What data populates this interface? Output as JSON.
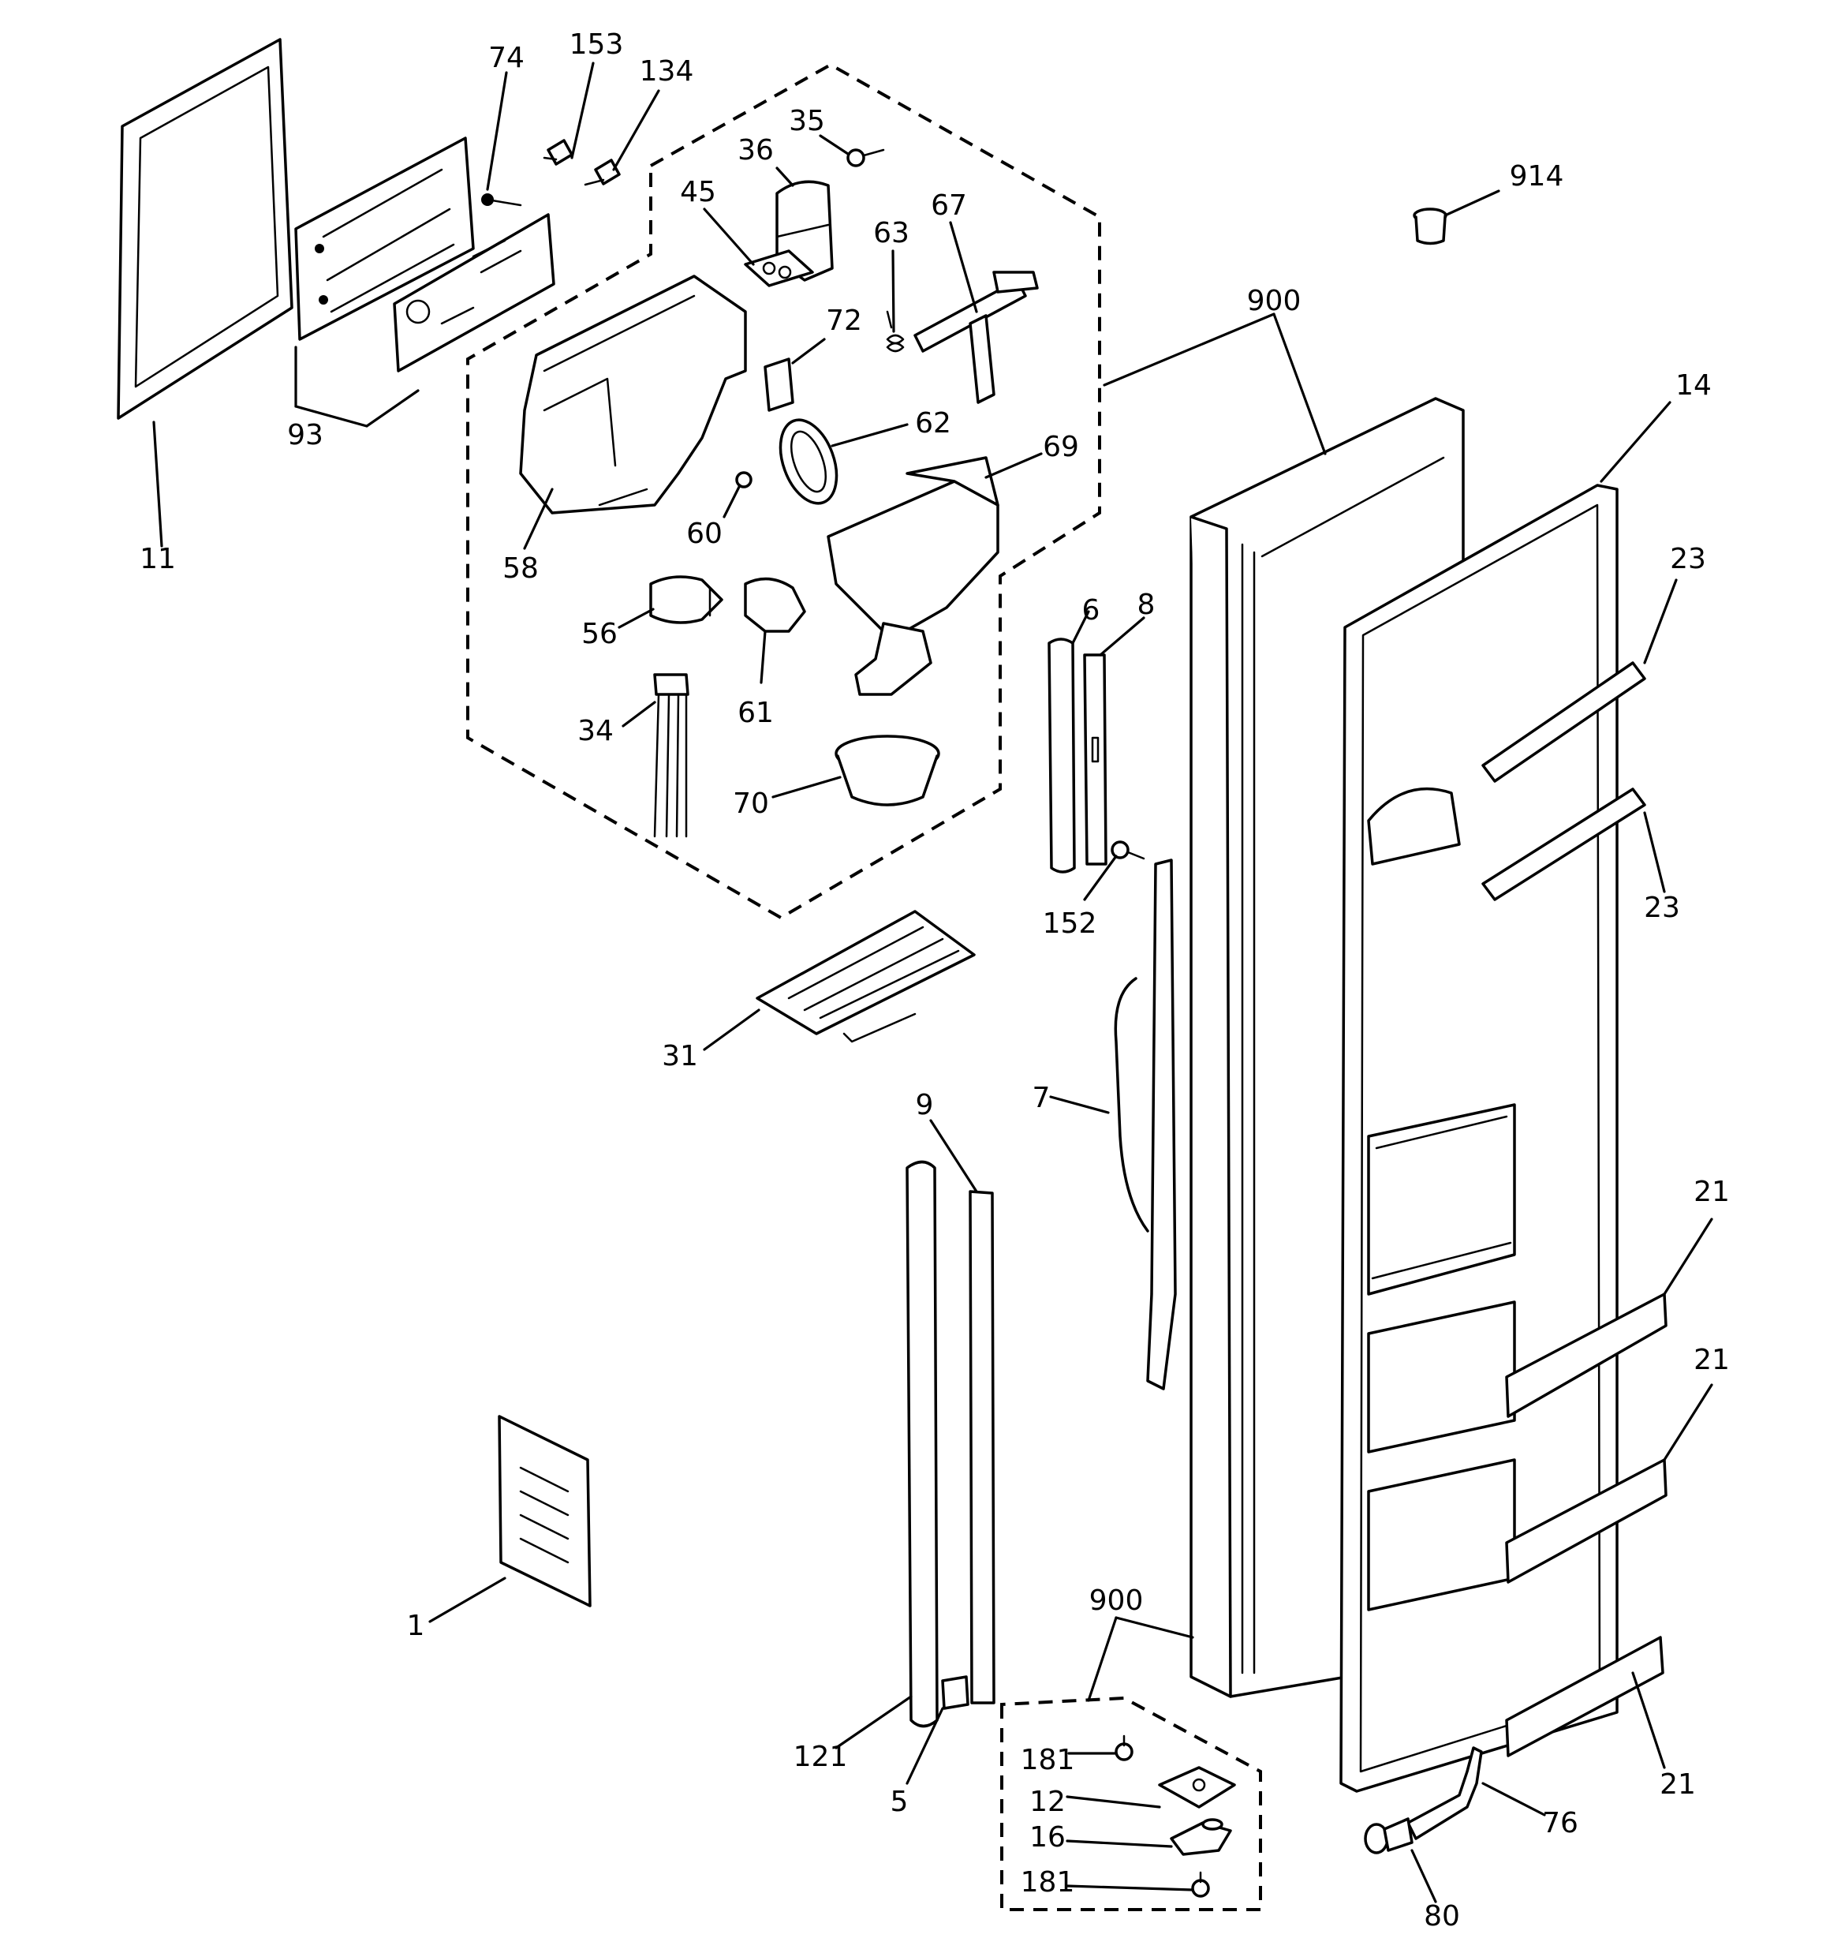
{
  "diagram": {
    "callouts": [
      "153",
      "134",
      "74",
      "35",
      "36",
      "45",
      "67",
      "63",
      "914",
      "72",
      "900",
      "93",
      "62",
      "69",
      "14",
      "11",
      "60",
      "58",
      "23",
      "56",
      "61",
      "6",
      "8",
      "34",
      "70",
      "23",
      "152",
      "31",
      "9",
      "7",
      "21",
      "21",
      "1",
      "900",
      "181",
      "12",
      "16",
      "181",
      "121",
      "5",
      "76",
      "21",
      "80"
    ]
  }
}
